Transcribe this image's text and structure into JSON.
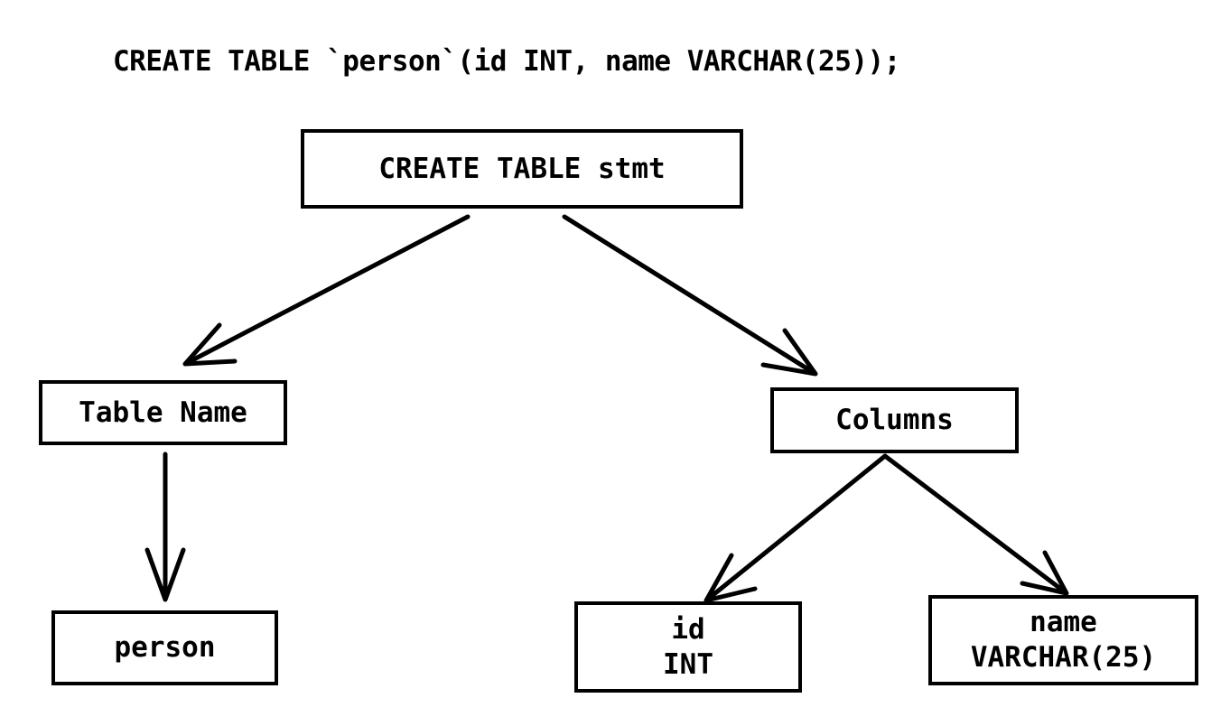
{
  "sql_statement": "CREATE TABLE `person`(id INT, name VARCHAR(25));",
  "nodes": {
    "stmt": {
      "label": "CREATE TABLE stmt"
    },
    "table_name": {
      "label": "Table Name"
    },
    "columns": {
      "label": "Columns"
    },
    "person": {
      "label": "person"
    },
    "id_column": {
      "name": "id",
      "type": "INT"
    },
    "name_column": {
      "name": "name",
      "type": "VARCHAR(25)"
    }
  },
  "edges": [
    {
      "from": "stmt",
      "to": "table_name"
    },
    {
      "from": "stmt",
      "to": "columns"
    },
    {
      "from": "table_name",
      "to": "person"
    },
    {
      "from": "columns",
      "to": "id_column"
    },
    {
      "from": "columns",
      "to": "name_column"
    }
  ],
  "colors": {
    "background": "#ffffff",
    "line": "#000000",
    "text": "#000000",
    "node_background": "#ffffff"
  }
}
